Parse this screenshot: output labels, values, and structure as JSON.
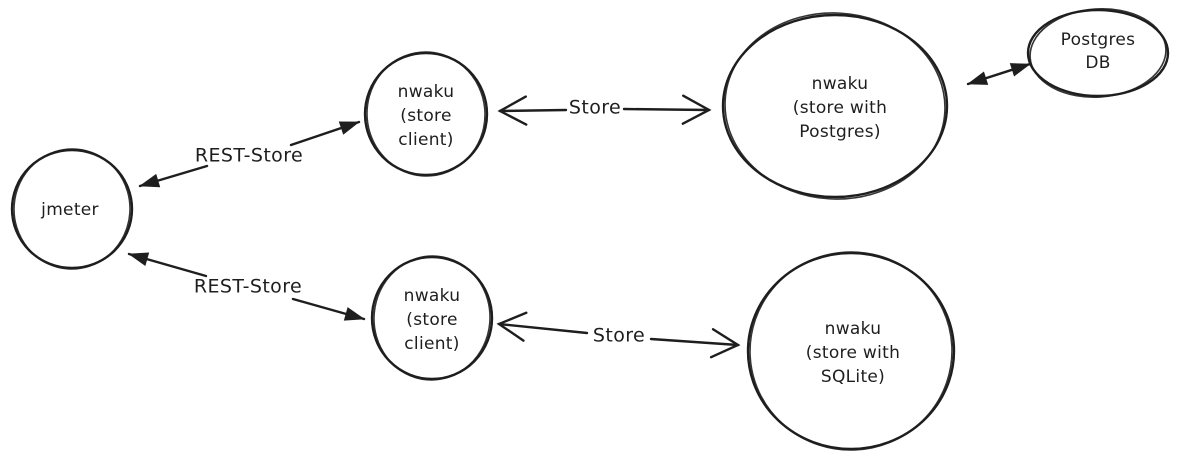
{
  "diagram": {
    "type": "architecture-sketch",
    "background_color": "#ffffff",
    "stroke_color": "#1e1e1e",
    "nodes": {
      "jmeter": {
        "lines": [
          "jmeter"
        ]
      },
      "client_top": {
        "lines": [
          "nwaku",
          "(store",
          "client)"
        ]
      },
      "store_postgres": {
        "lines": [
          "nwaku",
          "(store with",
          "Postgres)"
        ]
      },
      "postgres_db": {
        "lines": [
          "Postgres",
          "DB"
        ]
      },
      "client_bottom": {
        "lines": [
          "nwaku",
          "(store",
          "client)"
        ]
      },
      "store_sqlite": {
        "lines": [
          "nwaku",
          "(store with",
          "SQLite)"
        ]
      }
    },
    "edges": {
      "rest_store_top": {
        "label": "REST-Store",
        "style": "double-arrow-filled",
        "from": "jmeter",
        "to": "client_top"
      },
      "rest_store_bottom": {
        "label": "REST-Store",
        "style": "double-arrow-filled",
        "from": "jmeter",
        "to": "client_bottom"
      },
      "store_top": {
        "label": "Store",
        "style": "double-arrow-open",
        "from": "client_top",
        "to": "store_postgres"
      },
      "store_bottom": {
        "label": "Store",
        "style": "double-arrow-open",
        "from": "client_bottom",
        "to": "store_sqlite"
      },
      "postgres_link": {
        "label": "",
        "style": "double-arrow-filled",
        "from": "store_postgres",
        "to": "postgres_db"
      }
    }
  }
}
